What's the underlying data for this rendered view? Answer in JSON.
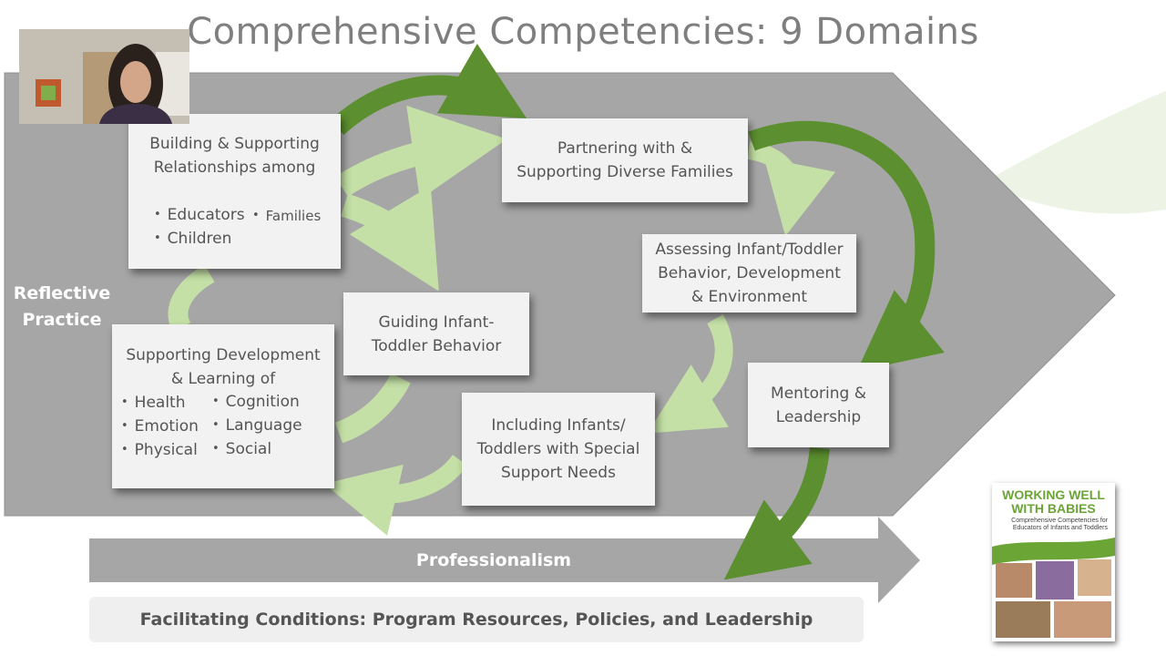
{
  "title": "Comprehensive Competencies: 9 Domains",
  "reflective_practice": [
    "Reflective",
    "Practice"
  ],
  "boxes": {
    "relationships": {
      "heading": [
        "Building & Supporting",
        "Relationships among"
      ],
      "items": [
        "Educators",
        "Children",
        "Families"
      ]
    },
    "families": {
      "lines": [
        "Partnering with &",
        "Supporting Diverse Families"
      ]
    },
    "assessing": {
      "lines": [
        "Assessing Infant/Toddler",
        "Behavior, Development",
        "& Environment"
      ]
    },
    "guiding": {
      "lines": [
        "Guiding Infant-",
        "Toddler Behavior"
      ]
    },
    "development": {
      "heading": [
        "Supporting Development",
        "& Learning of"
      ],
      "col1": [
        "Health",
        "Emotion",
        "Physical"
      ],
      "col2": [
        "Cognition",
        "Language",
        "Social"
      ]
    },
    "special_needs": {
      "lines": [
        "Including Infants/",
        "Toddlers with Special",
        "Support Needs"
      ]
    },
    "mentoring": {
      "lines": [
        "Mentoring &",
        "Leadership"
      ]
    }
  },
  "professionalism": "Professionalism",
  "facilitating": "Facilitating Conditions: Program Resources, Policies, and Leadership",
  "book": {
    "title_line1": "WORKING WELL",
    "title_line2": "WITH BABIES",
    "subtitle": "Comprehensive Competencies for Educators of Infants and Toddlers"
  },
  "colors": {
    "chevron": "#a6a6a6",
    "dark_green": "#5b8f2f",
    "light_green": "#c4e0a6",
    "box": "#f2f2f2",
    "text": "#555555",
    "title": "#7f7f7f"
  }
}
